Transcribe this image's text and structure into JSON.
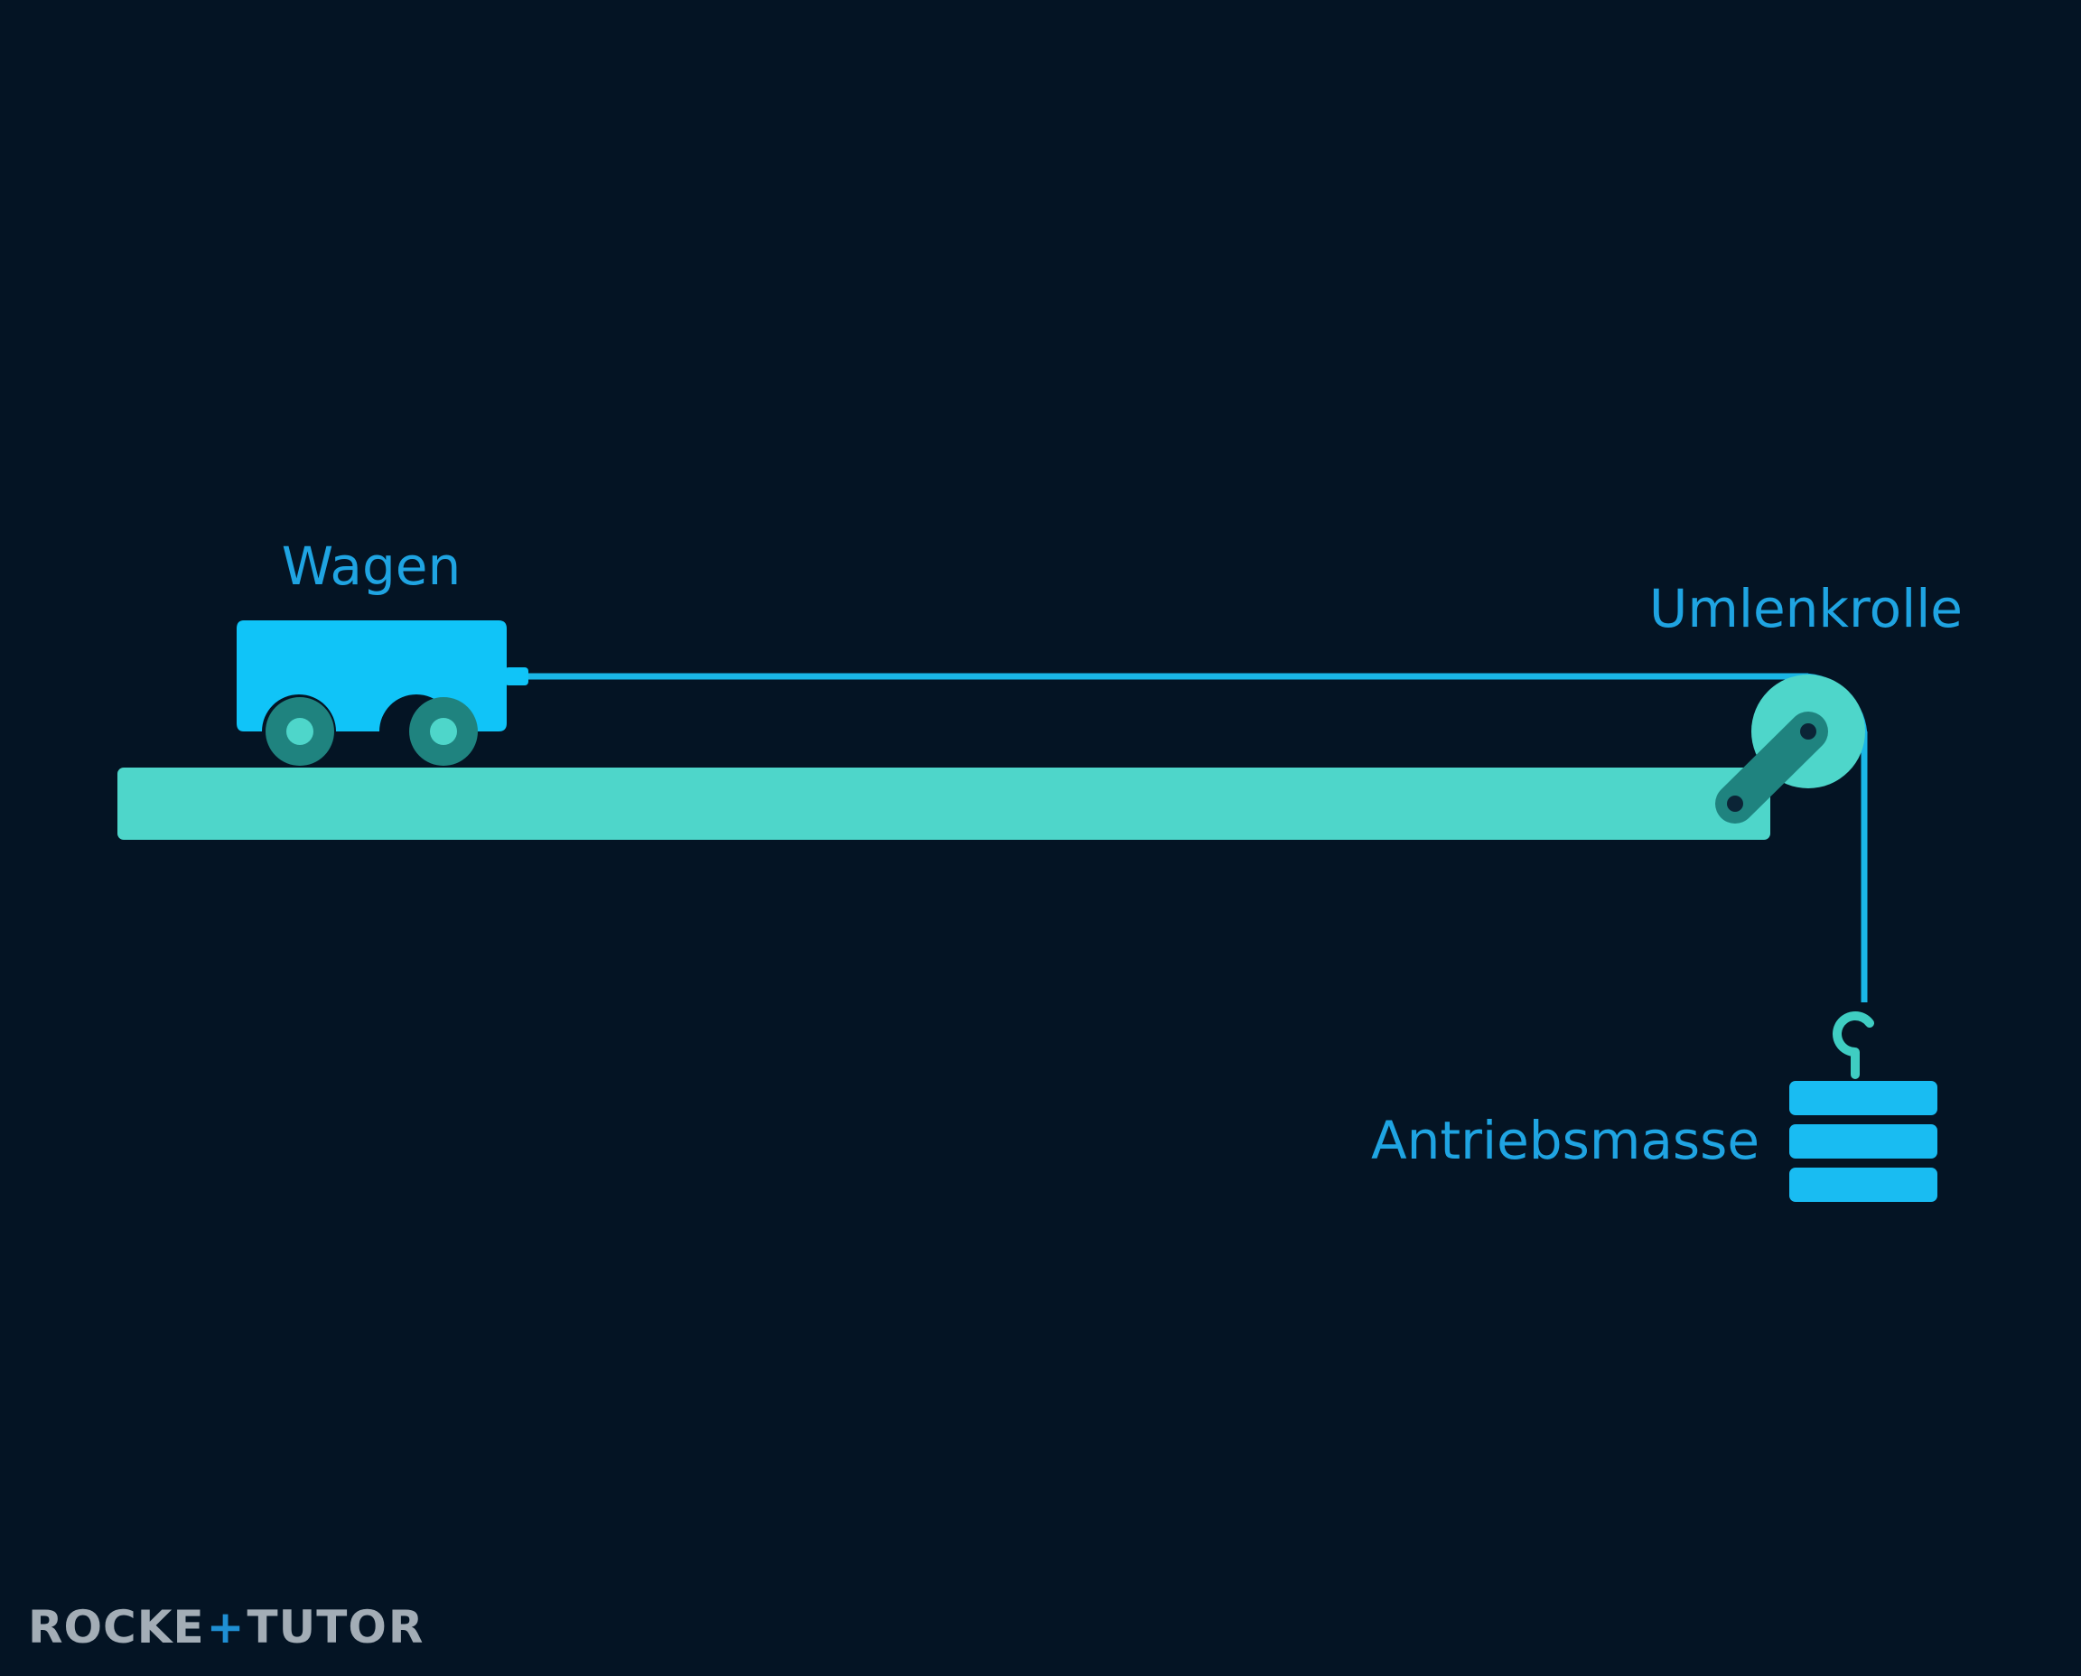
{
  "labels": {
    "cart": "Wagen",
    "pulley": "Umlenkrolle",
    "hanging_mass": "Antriebsmasse"
  },
  "logo": {
    "part1": "ROCKE",
    "part2": "TUTO",
    "part3": "R"
  },
  "colors": {
    "background": "#041424",
    "cart": "#10C4F8",
    "track": "#4ED6CA",
    "wheel": "#1F837F",
    "wheel_hub": "#4ED6CA",
    "string": "#1AB6E6",
    "label": "#1FA4E2",
    "weight": "#19BCF2",
    "logo_text": "#A3ADB6",
    "logo_accent": "#1F8FD3"
  },
  "icons": {
    "pulley": "pulley-wheel-icon",
    "hook": "hook-icon",
    "weights": "stacked-weights-icon"
  }
}
